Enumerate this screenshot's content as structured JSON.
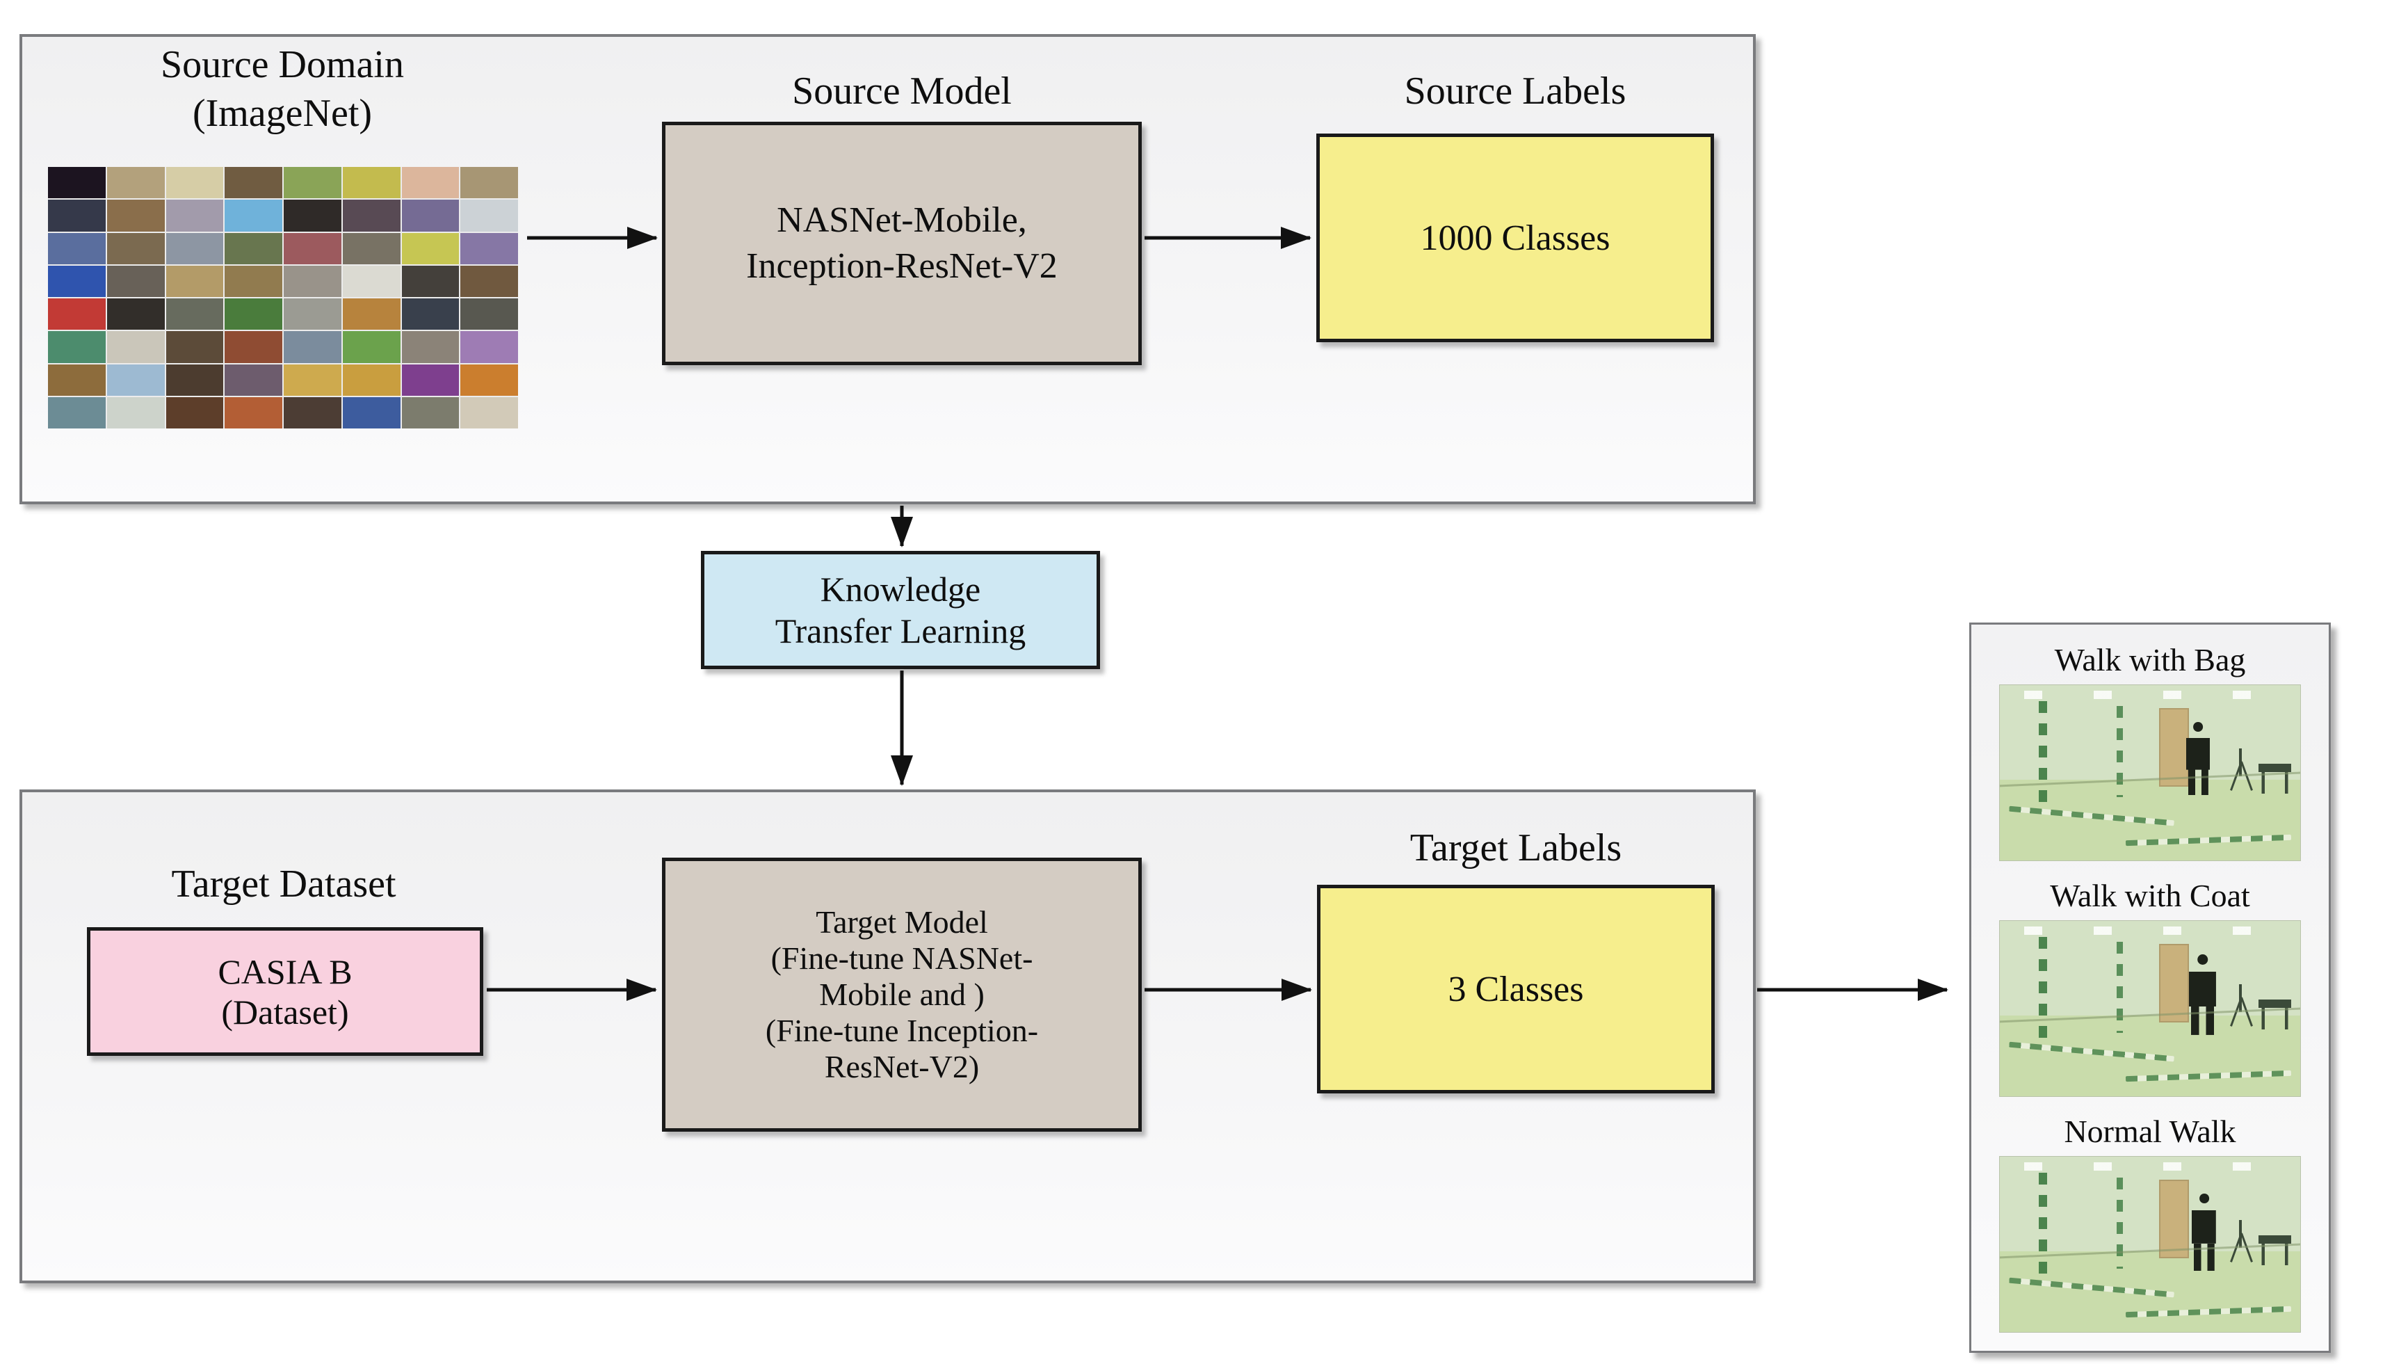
{
  "colors": {
    "section_bg": "#f3f3f4",
    "section_border": "#7a7b7e",
    "box_border": "#1a1a1a",
    "model_box_bg": "#d4ccc3",
    "labels_box_bg": "#f6ee8d",
    "transfer_box_bg": "#cfe8f3",
    "dataset_box_bg": "#f9d1df",
    "arrow": "#111111",
    "text": "#0e0e0e",
    "scene_wall": "#d4e2c5",
    "scene_floor": "#c9dcab",
    "scene_marker": "#3c7a40",
    "scene_door": "#c9b17c",
    "scene_person": "#1d221a",
    "scene_furniture": "#3b4a39"
  },
  "source_section": {
    "domain_label_line1": "Source Domain",
    "domain_label_line2": "(ImageNet)",
    "model_label": "Source Model",
    "model_box_line1": "NASNet-Mobile,",
    "model_box_line2": "Inception-ResNet-V2",
    "labels_label": "Source Labels",
    "labels_box_text": "1000 Classes"
  },
  "transfer_box": {
    "line1": "Knowledge",
    "line2": "Transfer Learning"
  },
  "target_section": {
    "dataset_label": "Target Dataset",
    "dataset_box_line1": "CASIA B",
    "dataset_box_line2": "(Dataset)",
    "model_box_lines": [
      "Target Model",
      "(Fine-tune NASNet-",
      "Mobile and )",
      "(Fine-tune Inception-",
      "ResNet-V2)"
    ],
    "labels_label": "Target Labels",
    "labels_box_text": "3 Classes"
  },
  "gallery": {
    "items": [
      {
        "label": "Walk with Bag",
        "scene_style": "--p-left:62%;--p-top:21%;--p-h:42%;--p-w:8%"
      },
      {
        "label": "Walk with Coat",
        "scene_style": "--p-left:63%;--p-top:19%;--p-h:46%;--p-w:9%"
      },
      {
        "label": "Normal Walk",
        "scene_style": "--p-left:64%;--p-top:21%;--p-h:44%;--p-w:8%"
      }
    ]
  },
  "collage": {
    "rows": 8,
    "cols": 8,
    "tiles": [
      "#1c1420",
      "#b3a17c",
      "#d6cda6",
      "#705c41",
      "#8aa457",
      "#c3bb4e",
      "#dcb69c",
      "#a79674",
      "#35394a",
      "#8a6e4b",
      "#a29bab",
      "#6fb2da",
      "#2f2a28",
      "#584a54",
      "#756b94",
      "#ccd2d6",
      "#5a6e9e",
      "#7b6a50",
      "#8d96a3",
      "#68764f",
      "#9c5a5e",
      "#787264",
      "#c6c653",
      "#8677a5",
      "#2f54ae",
      "#686158",
      "#b39b68",
      "#917b4f",
      "#99938a",
      "#dbdad2",
      "#44403b",
      "#70593f",
      "#c23a35",
      "#322e2a",
      "#676b5e",
      "#4a7c3c",
      "#9b9b93",
      "#b7833d",
      "#39404c",
      "#585850",
      "#4c8c6d",
      "#cac6ba",
      "#5c4b39",
      "#8f4c33",
      "#7b8c9d",
      "#6ba24c",
      "#8b8378",
      "#9e7cb4",
      "#8d6c3c",
      "#9dbad2",
      "#4c3c2f",
      "#6d5c6d",
      "#ceaa4e",
      "#c99e3f",
      "#7e3f8e",
      "#cb7e2e",
      "#6c8c95",
      "#cdd3cb",
      "#5d3e2a",
      "#b35e35",
      "#4c3d34",
      "#3d5c9e",
      "#7c7c6d",
      "#d2cab8"
    ]
  }
}
